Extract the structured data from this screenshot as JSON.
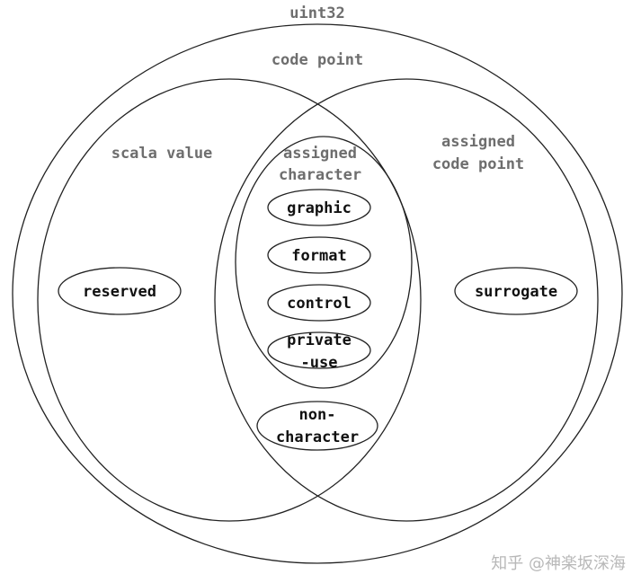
{
  "title": "Unicode code point classification",
  "sets": {
    "uint32": "uint32",
    "code_point": "code point",
    "scala_value": "scala value",
    "assigned_code_point": [
      "assigned",
      "code point"
    ],
    "assigned_character": [
      "assigned",
      "character"
    ]
  },
  "nodes": {
    "graphic": "graphic",
    "format": "format",
    "control": "control",
    "private_use": [
      "private",
      "-use"
    ],
    "noncharacter": [
      "non-",
      "character"
    ],
    "reserved": "reserved",
    "surrogate": "surrogate"
  },
  "watermark": "知乎 @神楽坂深海"
}
